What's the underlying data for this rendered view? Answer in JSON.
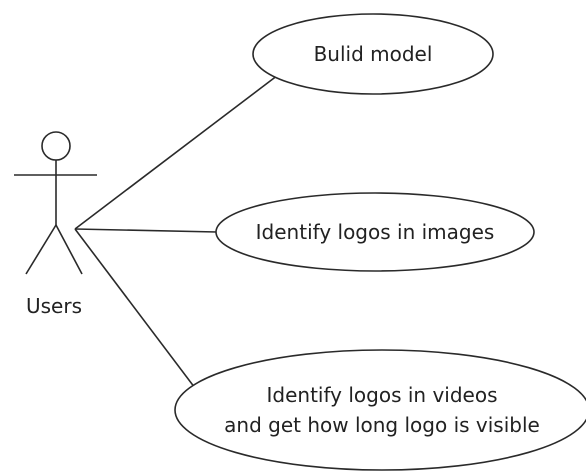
{
  "actor": {
    "label": "Users"
  },
  "use_cases": [
    {
      "lines": [
        "Bulid model"
      ]
    },
    {
      "lines": [
        "Identify logos in images"
      ]
    },
    {
      "lines": [
        "Identify logos in videos",
        "and get how long logo is visible"
      ]
    }
  ]
}
